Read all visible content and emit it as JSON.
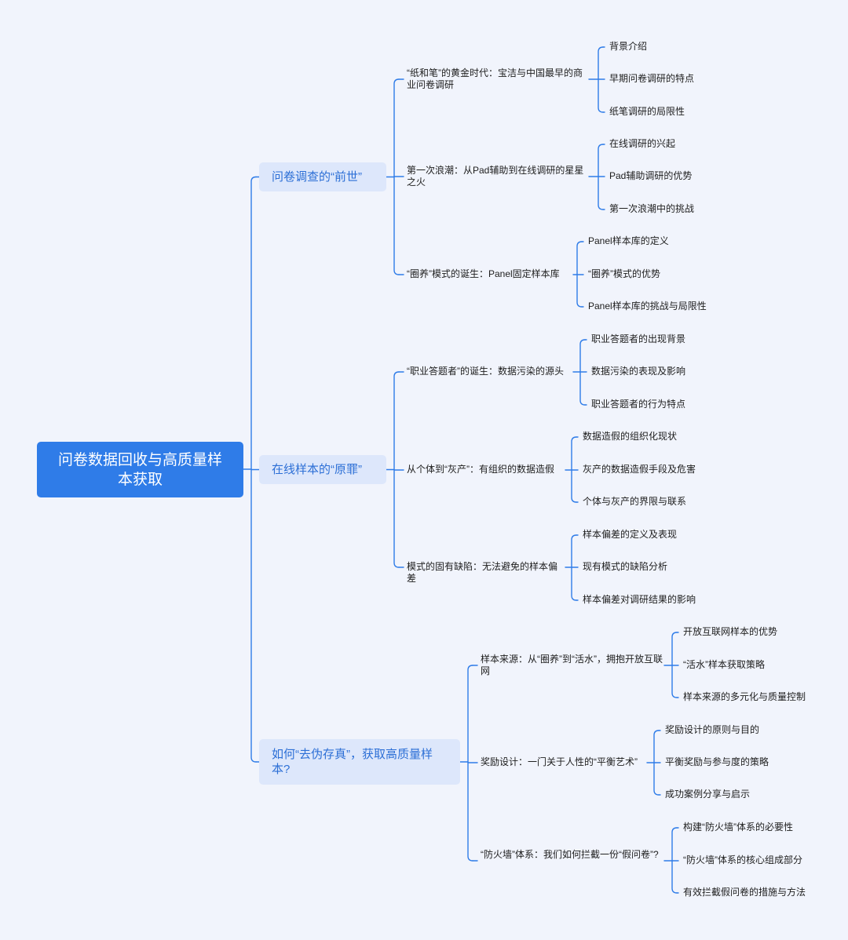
{
  "root": {
    "label": "问卷数据回收与高质量样本获取"
  },
  "branches": [
    {
      "label": "问卷调查的“前世”",
      "children": [
        {
          "label": "“纸和笔”的黄金时代：宝洁与中国最早的商业问卷调研",
          "children": [
            "背景介绍",
            "早期问卷调研的特点",
            "纸笔调研的局限性"
          ]
        },
        {
          "label": "第一次浪潮：从Pad辅助到在线调研的星星之火",
          "children": [
            "在线调研的兴起",
            "Pad辅助调研的优势",
            "第一次浪潮中的挑战"
          ]
        },
        {
          "label": "“圈养”模式的诞生：Panel固定样本库",
          "children": [
            "Panel样本库的定义",
            "“圈养”模式的优势",
            "Panel样本库的挑战与局限性"
          ]
        }
      ]
    },
    {
      "label": "在线样本的“原罪”",
      "children": [
        {
          "label": "“职业答题者”的诞生：数据污染的源头",
          "children": [
            "职业答题者的出现背景",
            "数据污染的表现及影响",
            "职业答题者的行为特点"
          ]
        },
        {
          "label": "从个体到“灰产”：有组织的数据造假",
          "children": [
            "数据造假的组织化现状",
            "灰产的数据造假手段及危害",
            "个体与灰产的界限与联系"
          ]
        },
        {
          "label": "模式的固有缺陷：无法避免的样本偏差",
          "children": [
            "样本偏差的定义及表现",
            "现有模式的缺陷分析",
            "样本偏差对调研结果的影响"
          ]
        }
      ]
    },
    {
      "label": "如何“去伪存真”，获取高质量样本?",
      "children": [
        {
          "label": "样本来源：从“圈养”到“活水”，拥抱开放互联网",
          "children": [
            "开放互联网样本的优势",
            "“活水”样本获取策略",
            "样本来源的多元化与质量控制"
          ]
        },
        {
          "label": "奖励设计：一门关于人性的“平衡艺术”",
          "children": [
            "奖励设计的原则与目的",
            "平衡奖励与参与度的策略",
            "成功案例分享与启示"
          ]
        },
        {
          "label": "“防火墙”体系：我们如何拦截一份“假问卷”?",
          "children": [
            "构建“防火墙”体系的必要性",
            "“防火墙”体系的核心组成部分",
            "有效拦截假问卷的措施与方法"
          ]
        }
      ]
    }
  ],
  "colors": {
    "line": "#2f7ce8",
    "root_bg": "#2f7ce8",
    "branch_bg": "#dde7fb",
    "branch_text": "#2c6fd6",
    "background": "#f1f4fc"
  }
}
